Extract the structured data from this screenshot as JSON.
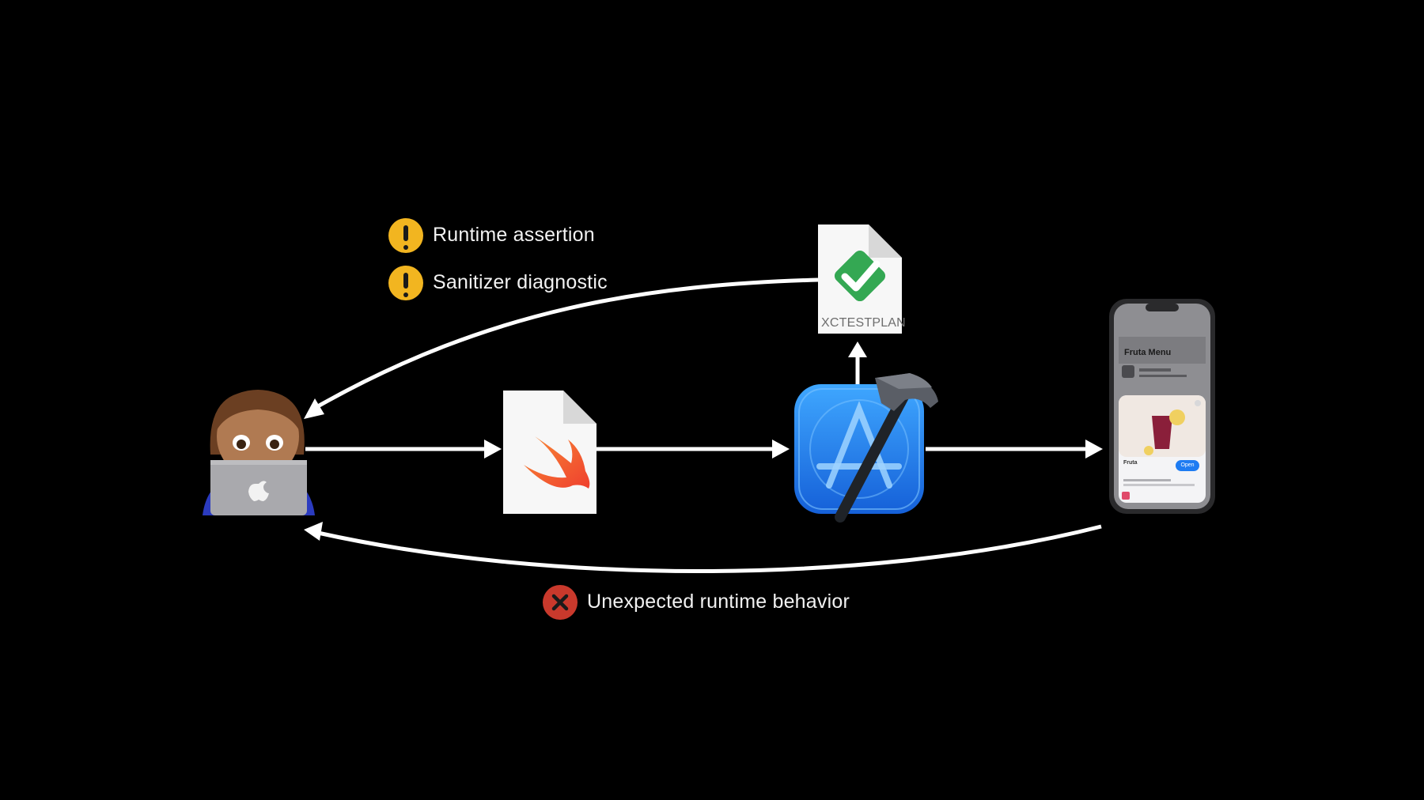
{
  "labels": {
    "runtime_assertion": "Runtime assertion",
    "sanitizer_diagnostic": "Sanitizer diagnostic",
    "unexpected_behavior": "Unexpected runtime behavior"
  },
  "testplan": {
    "caption": "XCTESTPLAN"
  },
  "phone": {
    "menu_title": "Fruta Menu",
    "card_title": "Fruta",
    "open_button": "Open"
  },
  "icons": {
    "developer": "developer-memoji-icon",
    "swift_file": "swift-file-icon",
    "xcode": "xcode-icon",
    "testplan": "xctestplan-file-icon",
    "phone": "iphone-app-icon",
    "warning": "warning-icon",
    "error": "error-icon"
  },
  "colors": {
    "background": "#000000",
    "arrow": "#ffffff",
    "warning": "#f2b520",
    "error": "#c9392c",
    "xcode_blue": "#1f7ff0",
    "check_green": "#34a853",
    "swift_orange": "#f05138"
  }
}
